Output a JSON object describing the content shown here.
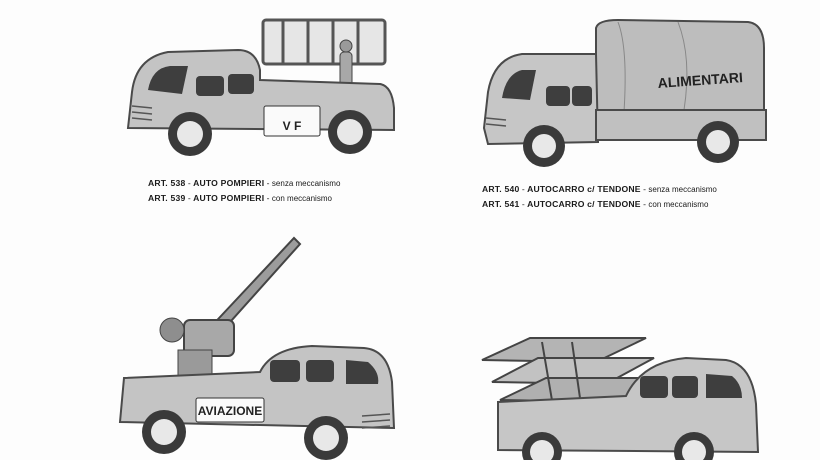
{
  "items": [
    {
      "lines": [
        {
          "art": "ART. 538",
          "name": "AUTO POMPIERI",
          "meta": "senza meccanismo"
        },
        {
          "art": "ART. 539",
          "name": "AUTO POMPIERI",
          "meta": "con meccanismo"
        }
      ],
      "decal_text": "V F"
    },
    {
      "lines": [
        {
          "art": "ART. 540",
          "name": "AUTOCARRO c/ TENDONE",
          "meta": "senza meccanismo"
        },
        {
          "art": "ART. 541",
          "name": "AUTOCARRO c/ TENDONE",
          "meta": "con meccanismo"
        }
      ],
      "decal_text": "ALIMENTARI"
    },
    {
      "decal_text": "AVIAZIONE"
    },
    {}
  ],
  "colors": {
    "ink": "#1a1a1a",
    "toy_body": "#bdbdbd",
    "toy_shadow": "#6f6f6f",
    "tyre": "#3a3a3a"
  }
}
